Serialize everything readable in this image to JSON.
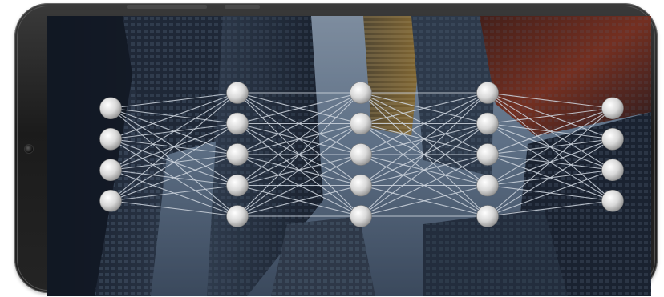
{
  "image": {
    "subject": "smartphone-landscape",
    "wallpaper": "city-skyscrapers-looking-up",
    "overlay": "neural-network-diagram"
  },
  "network": {
    "layers": [
      4,
      5,
      5,
      5,
      4
    ],
    "fully_connected": true,
    "node_color": "#d9d9d9",
    "edge_color": "#cfd6df"
  },
  "colors": {
    "sky": "#8ea6c2",
    "buildings": "#2b3443",
    "phone_frame": "#1f1f1f",
    "accent_red": "#b0321d",
    "accent_gold": "#b38a3a"
  }
}
